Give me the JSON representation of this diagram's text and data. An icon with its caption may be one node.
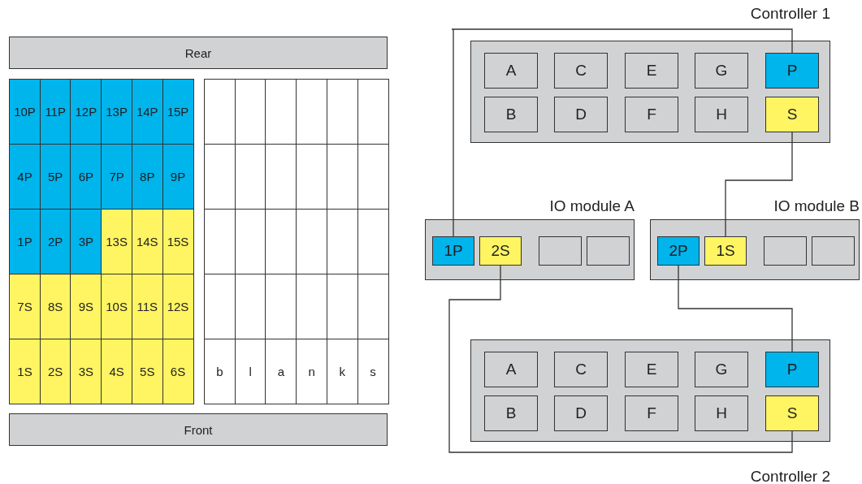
{
  "diagram": {
    "nodes": [
      {
        "text": [
          "Controller 1"
        ]
      },
      {
        "text": [
          "A"
        ],
        "in": 0
      },
      {
        "text": [
          "C"
        ],
        "in": 0
      },
      {
        "text": [
          "E"
        ],
        "in": 0
      },
      {
        "text": [
          "G"
        ],
        "in": 0
      },
      {
        "text": [
          "P"
        ],
        "in": 0
      },
      {
        "text": [
          "B"
        ],
        "in": 0
      },
      {
        "text": [
          "D"
        ],
        "in": 0
      },
      {
        "text": [
          "F"
        ],
        "in": 0
      },
      {
        "text": [
          "H"
        ],
        "in": 0
      },
      {
        "text": [
          "S"
        ],
        "in": 0
      },
      {
        "text": [
          "IO module A"
        ]
      },
      {
        "text": [
          "1P"
        ],
        "in": 11
      },
      {
        "text": [
          "2S"
        ],
        "in": 11
      },
      {
        "text": [],
        "shape": "box",
        "in": 11
      },
      {
        "text": [],
        "shape": "box",
        "in": 11
      },
      {
        "text": [
          "IO module B"
        ]
      },
      {
        "text": [
          "2P"
        ],
        "in": 16
      },
      {
        "text": [
          "1S"
        ],
        "in": 16
      },
      {
        "text": [],
        "shape": "box",
        "in": 16
      },
      {
        "text": [],
        "shape": "box",
        "in": 16
      },
      {
        "text": [
          "Controller 2"
        ]
      },
      {
        "text": [
          "A"
        ],
        "in": 21
      },
      {
        "text": [
          "C"
        ],
        "in": 21
      },
      {
        "text": [
          "E"
        ],
        "in": 21
      },
      {
        "text": [
          "G"
        ],
        "in": 21
      },
      {
        "text": [
          "P"
        ],
        "in": 21
      },
      {
        "text": [
          "B"
        ],
        "in": 21
      },
      {
        "text": [
          "D"
        ],
        "in": 21
      },
      {
        "text": [
          "F"
        ],
        "in": 21
      },
      {
        "text": [
          "H"
        ],
        "in": 21
      },
      {
        "text": [
          "S"
        ],
        "in": 21
      }
    ],
    "edges": [
      {
        "from": 5,
        "to": 12,
        "arrow": "none"
      },
      {
        "from": 10,
        "to": 18,
        "arrow": "none"
      },
      {
        "from": 13,
        "to": 31,
        "arrow": "none"
      },
      {
        "from": 17,
        "to": 26,
        "arrow": "none"
      }
    ],
    "labels": [
      "Rear",
      "10P",
      "11P",
      "12P",
      "13P",
      "14P",
      "15P",
      "4P",
      "5P",
      "6P",
      "7P",
      "8P",
      "9P",
      "1P",
      "2P",
      "3P",
      "13S",
      "14S",
      "15S",
      "7S",
      "8S",
      "9S",
      "10S",
      "11S",
      "12S",
      "1S",
      "2S",
      "3S",
      "4S",
      "5S",
      "6S",
      "b",
      "l",
      "a",
      "n",
      "k",
      "s",
      "Front"
    ]
  }
}
